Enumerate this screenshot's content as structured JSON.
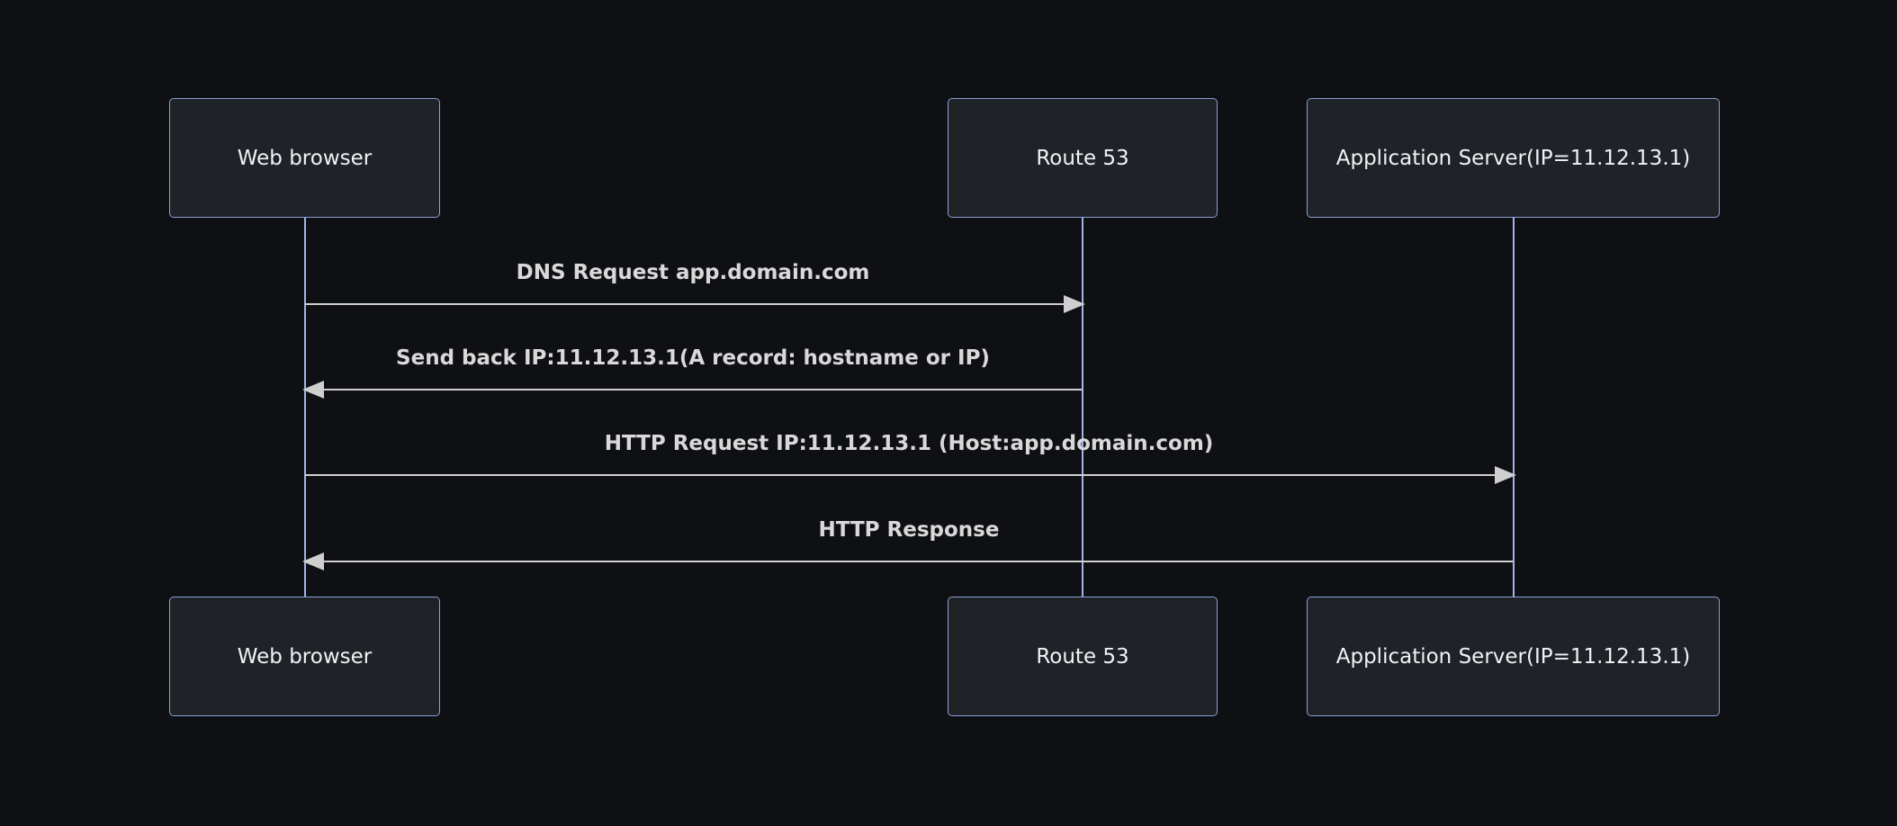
{
  "diagram": {
    "type": "sequence-diagram",
    "theme": "dark",
    "actors": [
      {
        "label": "Web browser"
      },
      {
        "label": "Route 53"
      },
      {
        "label": "Application Server(IP=11.12.13.1)"
      }
    ],
    "messages": [
      {
        "label": "DNS Request app.domain.com",
        "from": "Web browser",
        "to": "Route 53",
        "direction": "right"
      },
      {
        "label": "Send back IP:11.12.13.1(A record: hostname or IP)",
        "from": "Route 53",
        "to": "Web browser",
        "direction": "left"
      },
      {
        "label": "HTTP Request IP:11.12.13.1 (Host:app.domain.com)",
        "from": "Web browser",
        "to": "Application Server(IP=11.12.13.1)",
        "direction": "right"
      },
      {
        "label": "HTTP Response",
        "from": "Application Server(IP=11.12.13.1)",
        "to": "Web browser",
        "direction": "left"
      }
    ],
    "colors": {
      "background": "#0e1014",
      "actor_fill": "#1f2227",
      "actor_border": "#8aa0d4",
      "lifeline": "#a3b5e6",
      "actor_text": "#f0f2f6",
      "message_text": "#d9d9d9",
      "arrow": "#cfcfcf"
    }
  }
}
